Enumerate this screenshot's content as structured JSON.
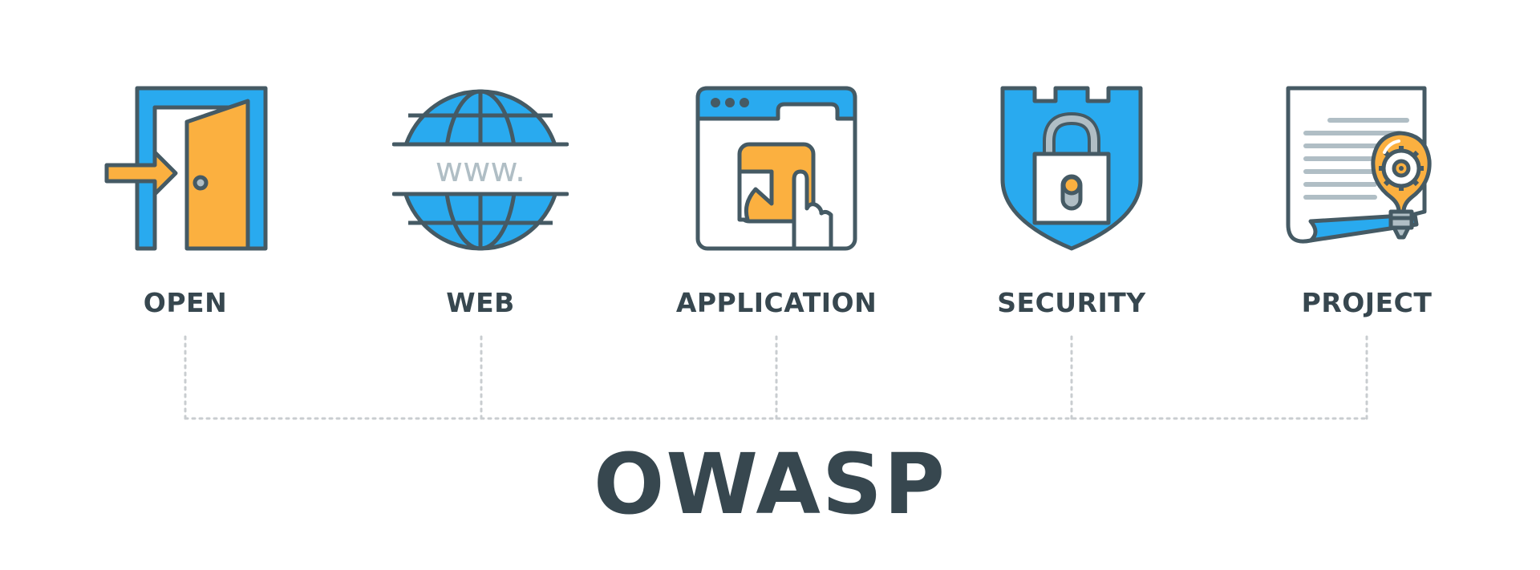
{
  "diagram": {
    "title": "OWASP",
    "items": [
      {
        "label": "OPEN",
        "icon": "door-open-arrow-icon"
      },
      {
        "label": "WEB",
        "icon": "globe-www-icon",
        "icon_text": "www."
      },
      {
        "label": "APPLICATION",
        "icon": "browser-app-tap-icon"
      },
      {
        "label": "SECURITY",
        "icon": "shield-padlock-icon"
      },
      {
        "label": "PROJECT",
        "icon": "document-lightbulb-gear-icon"
      }
    ]
  },
  "colors": {
    "outline": "#455a64",
    "blue": "#29aaef",
    "orange": "#fbb040",
    "gray": "#b0bec5",
    "text": "#37474f",
    "connector": "#c9cdd0"
  }
}
